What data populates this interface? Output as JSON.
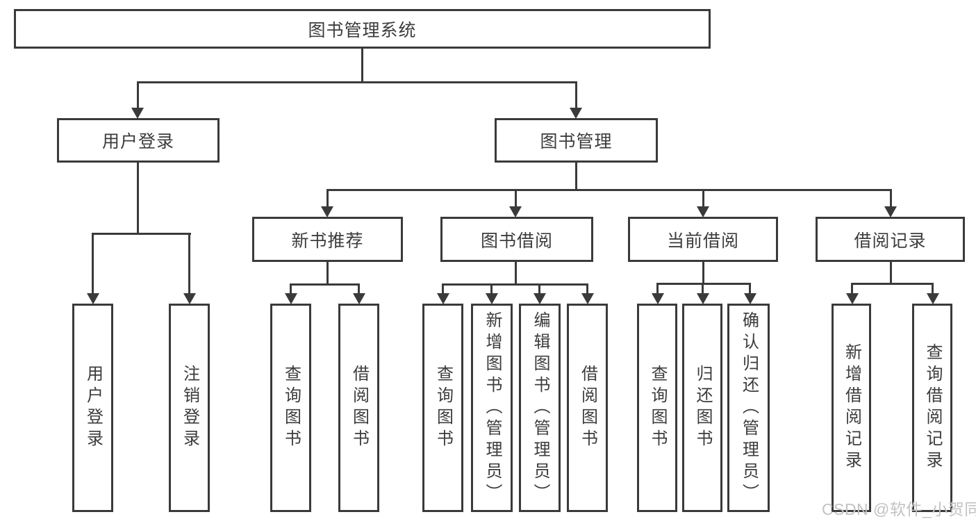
{
  "diagram": {
    "root": {
      "label": "图书管理系统",
      "children": [
        {
          "label": "用户登录",
          "children": [
            {
              "label": "用户登录"
            },
            {
              "label": "注销登录"
            }
          ]
        },
        {
          "label": "图书管理",
          "children": [
            {
              "label": "新书推荐",
              "children": [
                {
                  "label": "查询图书"
                },
                {
                  "label": "借阅图书"
                }
              ]
            },
            {
              "label": "图书借阅",
              "children": [
                {
                  "label": "查询图书"
                },
                {
                  "label": "新增图书（管理员）"
                },
                {
                  "label": "编辑图书（管理员）"
                },
                {
                  "label": "借阅图书"
                }
              ]
            },
            {
              "label": "当前借阅",
              "children": [
                {
                  "label": "查询图书"
                },
                {
                  "label": "归还图书"
                },
                {
                  "label": "确认归还（管理员）"
                }
              ]
            },
            {
              "label": "借阅记录",
              "children": [
                {
                  "label": "新增借阅记录"
                },
                {
                  "label": "查询借阅记录"
                }
              ]
            }
          ]
        }
      ]
    }
  },
  "watermark": {
    "text": "CSDN @软件_小贺同学"
  },
  "colors": {
    "line": "#3a3a3a",
    "text": "#3c3c3c",
    "box_bg": "#ffffff",
    "watermark": "#c2c2c2"
  }
}
